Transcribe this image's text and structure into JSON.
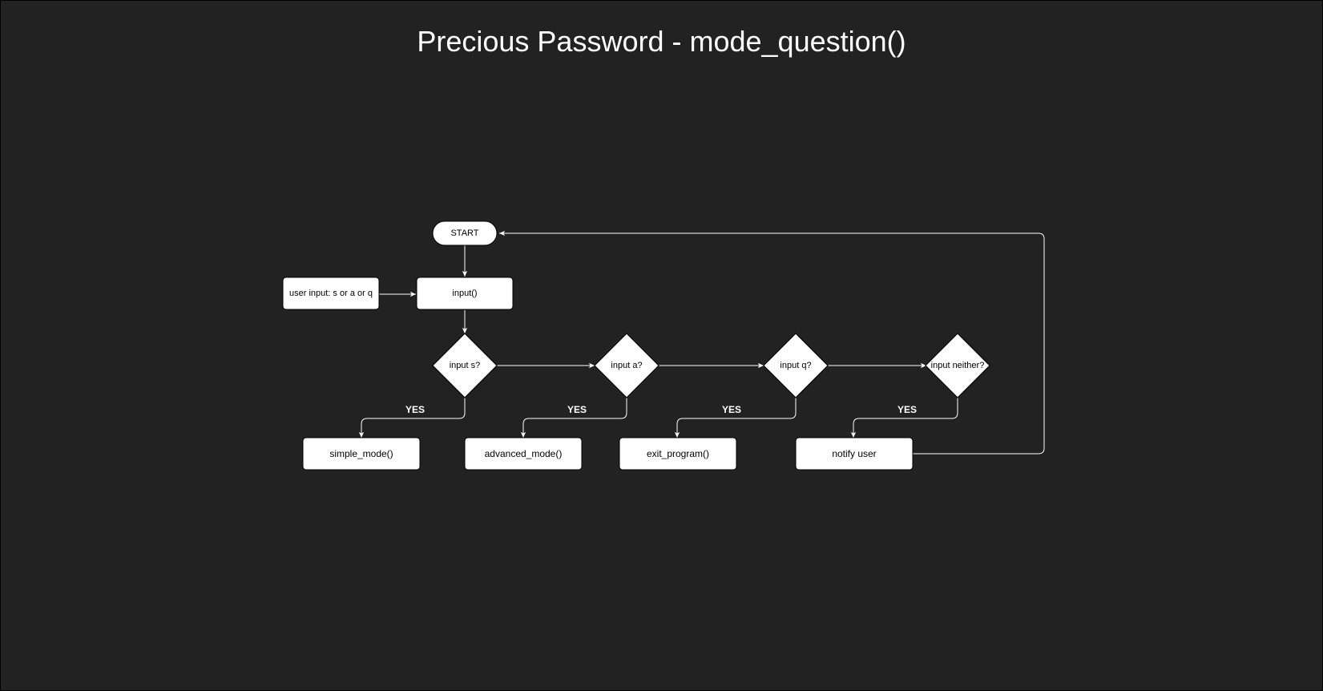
{
  "title": "Precious Password - mode_question()",
  "colors": {
    "background": "#222222",
    "node_fill": "#ffffff",
    "node_text": "#000000",
    "edge": "#ffffff"
  },
  "nodes": {
    "start": "START",
    "user_input": "user input: s or a or q",
    "input_call": "input()",
    "decision_s": "input s?",
    "decision_a": "input a?",
    "decision_q": "input q?",
    "decision_neither": "input neither?",
    "simple_mode": "simple_mode()",
    "advanced_mode": "advanced_mode()",
    "exit_program": "exit_program()",
    "notify_user": "notify user"
  },
  "edge_labels": {
    "yes_s": "YES",
    "yes_a": "YES",
    "yes_q": "YES",
    "yes_neither": "YES"
  }
}
